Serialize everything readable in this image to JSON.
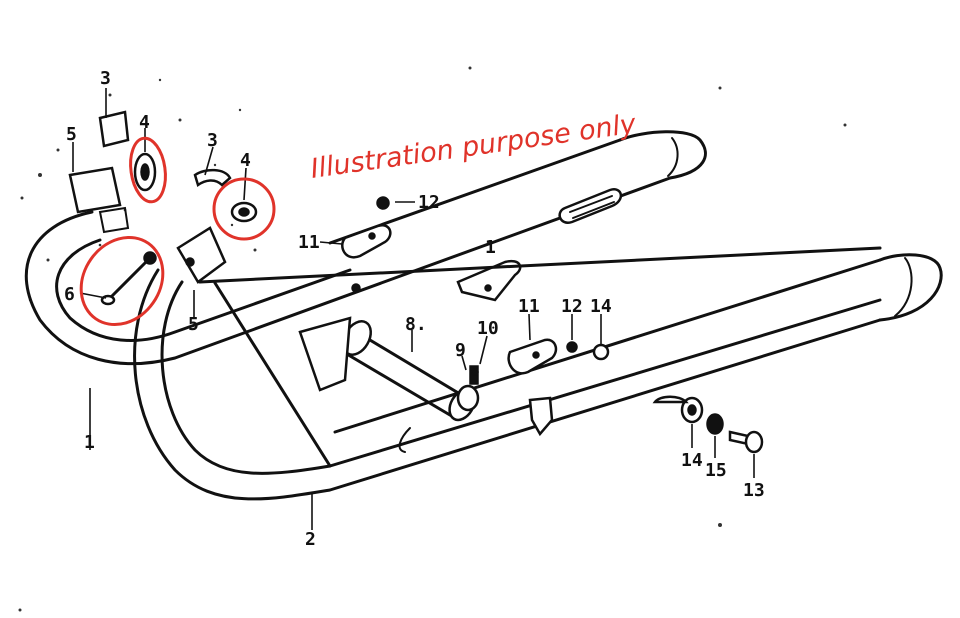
{
  "annotation": {
    "text": "Illustration purpose only",
    "color": "#e0332a"
  },
  "highlight_color": "#e0332a",
  "callouts": {
    "n1a": "1",
    "n1b": "1",
    "n2": "2",
    "n3a": "3",
    "n3b": "3",
    "n4a": "4",
    "n4b": "4",
    "n5a": "5",
    "n5b": "5",
    "n6": "6",
    "n8": "8.",
    "n9": "9",
    "n10": "10",
    "n11a": "11",
    "n11b": "11",
    "n12a": "12",
    "n12b": "12",
    "n13": "13",
    "n14a": "14",
    "n14b": "14",
    "n15": "15"
  },
  "highlighted_parts": [
    "4",
    "4",
    "6"
  ]
}
